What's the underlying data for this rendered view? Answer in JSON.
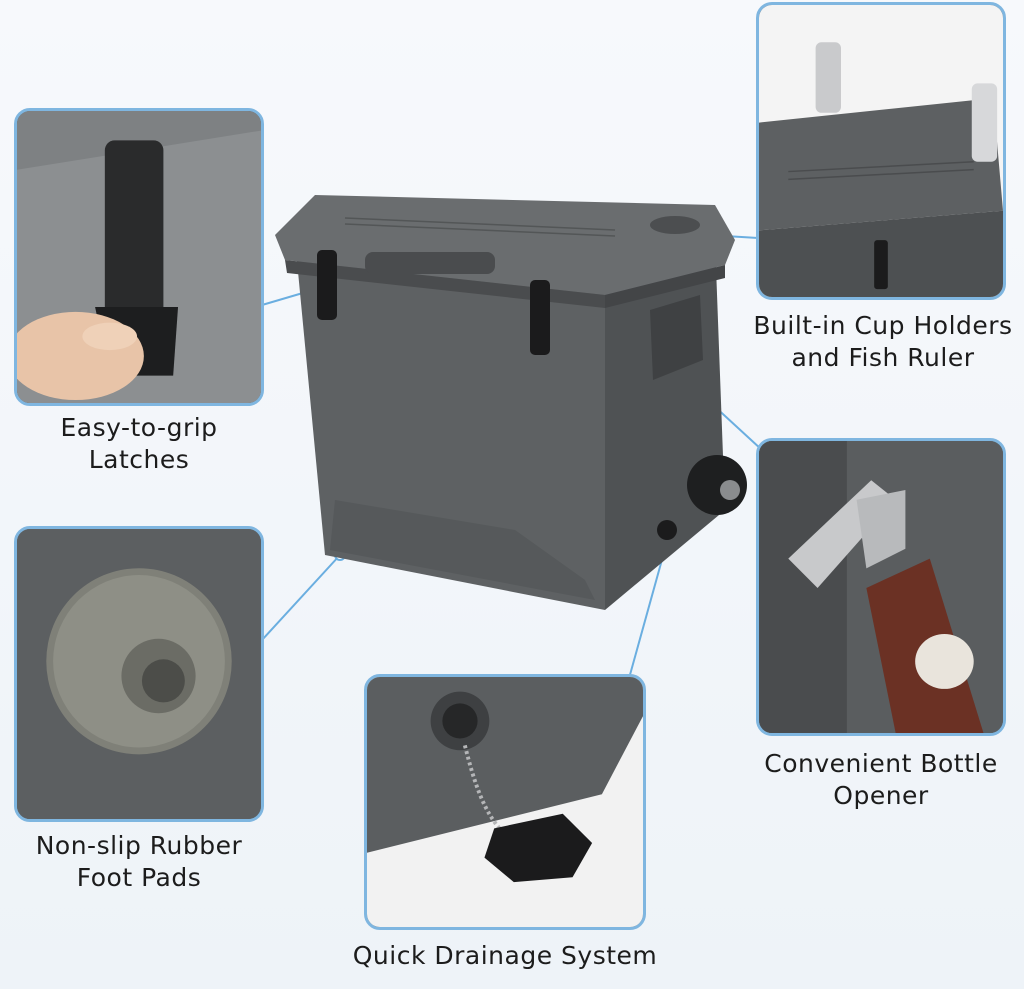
{
  "features": {
    "latches": {
      "line1": "Easy-to-grip",
      "line2": "Latches"
    },
    "cup_holders": {
      "line1": "Built-in Cup Holders",
      "line2": "and Fish Ruler"
    },
    "bottle_opener": {
      "line1": "Convenient Bottle",
      "line2": "Opener"
    },
    "foot_pads": {
      "line1": "Non-slip Rubber",
      "line2": "Foot Pads"
    },
    "drainage": {
      "line1": "Quick Drainage System"
    }
  },
  "colors": {
    "callout_border": "#7fb6e0",
    "leader_line": "#6aaee0",
    "cooler_body": "#5e6163",
    "background": "#f3f6fa"
  }
}
